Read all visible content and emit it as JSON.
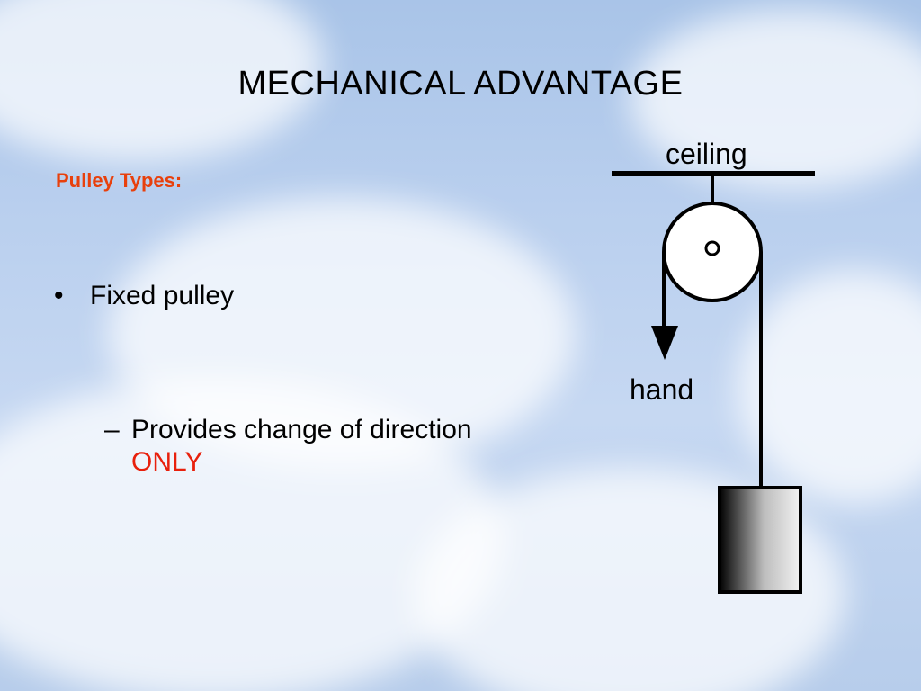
{
  "slide": {
    "title": "MECHANICAL ADVANTAGE",
    "subtitle": "Pulley Types:",
    "bullet": {
      "marker": "•",
      "text": "Fixed pulley"
    },
    "sub_bullet": {
      "marker": "–",
      "text": "Provides change of direction",
      "emphasis": "ONLY"
    }
  },
  "diagram": {
    "ceiling_label": "ceiling",
    "hand_label": "hand"
  },
  "colors": {
    "accent": "#e8400c",
    "emphasis": "#e8200c",
    "sky": "#b9cfee"
  }
}
